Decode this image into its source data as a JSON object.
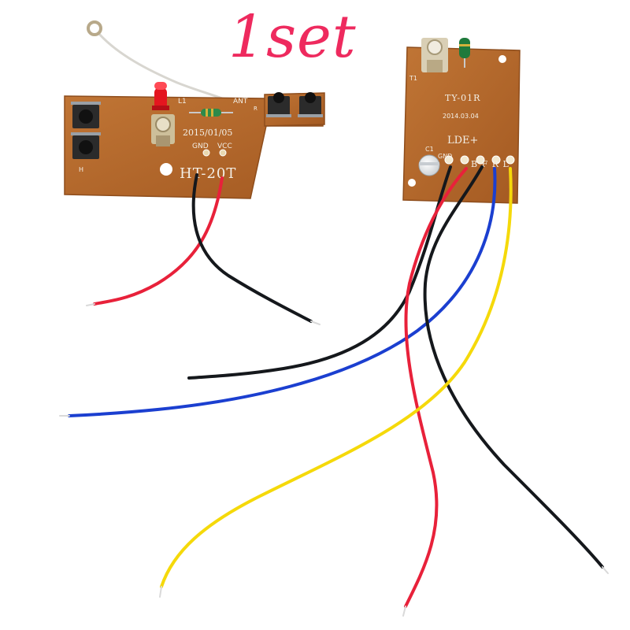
{
  "caption": {
    "text": "1set",
    "color": "#ee2a5e"
  },
  "transmitter": {
    "date": "2015/01/05",
    "model": "HT-20T",
    "gnd": "GND",
    "vcc": "VCC",
    "ant": "ANT",
    "l1": "L1",
    "r": "R",
    "h": "H"
  },
  "receiver": {
    "model": "TY-01R",
    "date": "2014.03.04",
    "lde": "LDE+",
    "t1": "T1",
    "c1": "C1",
    "gnd": "GND",
    "pins": "B F R L"
  },
  "colors": {
    "board": "#b5682a",
    "wire_red": "#e8213a",
    "wire_black": "#15181c",
    "wire_blue": "#1b3fd0",
    "wire_yellow": "#f5d90a",
    "background": "#ffffff"
  }
}
